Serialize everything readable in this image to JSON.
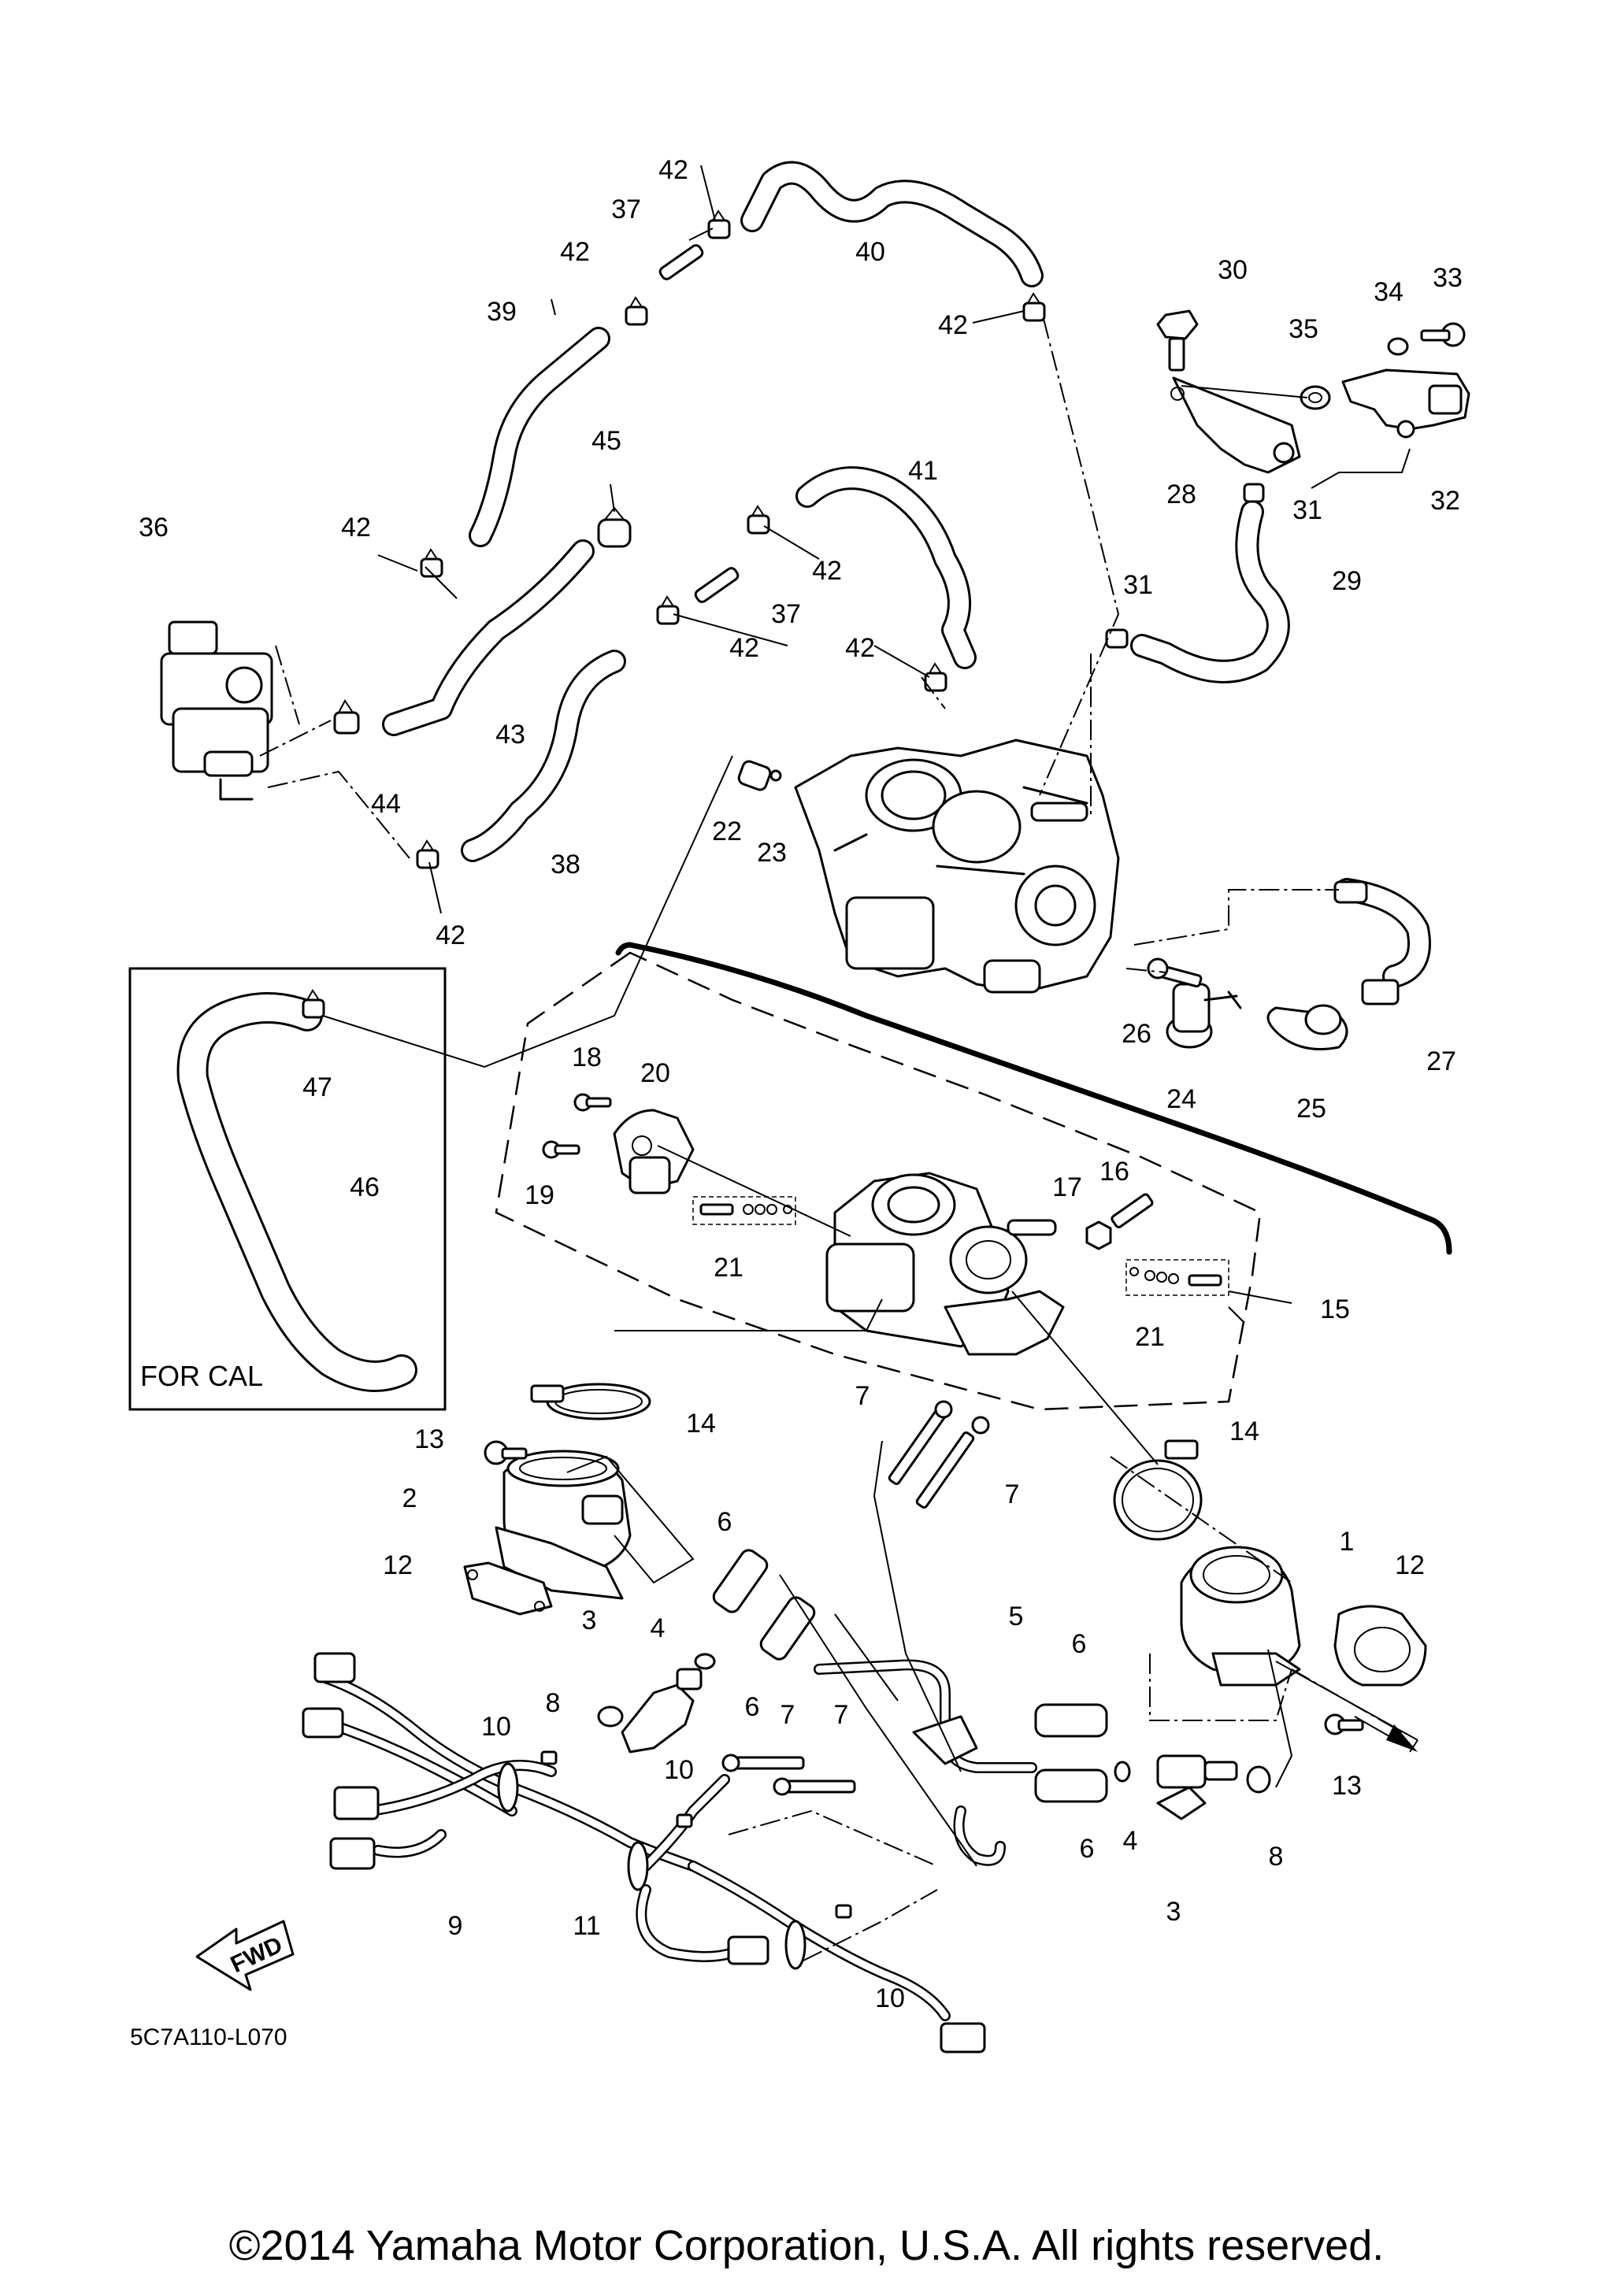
{
  "diagram": {
    "box_label": "FOR CAL",
    "diagram_code": "5C7A110-L070",
    "fwd_label": "FWD",
    "copyright": "©2014 Yamaha Motor Corporation, U.S.A. All rights reserved."
  },
  "callouts": {
    "c1": "1",
    "c2": "2",
    "c3a": "3",
    "c3b": "3",
    "c4a": "4",
    "c4b": "4",
    "c5": "5",
    "c6a": "6",
    "c6b": "6",
    "c6c": "6",
    "c6d": "6",
    "c7a": "7",
    "c7b": "7",
    "c7c": "7",
    "c7d": "7",
    "c8a": "8",
    "c8b": "8",
    "c9": "9",
    "c10a": "10",
    "c10b": "10",
    "c10c": "10",
    "c11": "11",
    "c12a": "12",
    "c12b": "12",
    "c13a": "13",
    "c13b": "13",
    "c14a": "14",
    "c14b": "14",
    "c15": "15",
    "c16": "16",
    "c17": "17",
    "c18": "18",
    "c19": "19",
    "c20": "20",
    "c21a": "21",
    "c21b": "21",
    "c22": "22",
    "c23": "23",
    "c24": "24",
    "c25": "25",
    "c26": "26",
    "c27": "27",
    "c28": "28",
    "c29": "29",
    "c30": "30",
    "c31a": "31",
    "c31b": "31",
    "c32": "32",
    "c33": "33",
    "c34": "34",
    "c35": "35",
    "c36": "36",
    "c37a": "37",
    "c37b": "37",
    "c38": "38",
    "c39": "39",
    "c40": "40",
    "c41": "41",
    "c42a": "42",
    "c42b": "42",
    "c42c": "42",
    "c42d": "42",
    "c42e": "42",
    "c42f": "42",
    "c42g": "42",
    "c42h": "42",
    "c43": "43",
    "c44": "44",
    "c45": "45",
    "c46": "46",
    "c47": "47"
  }
}
